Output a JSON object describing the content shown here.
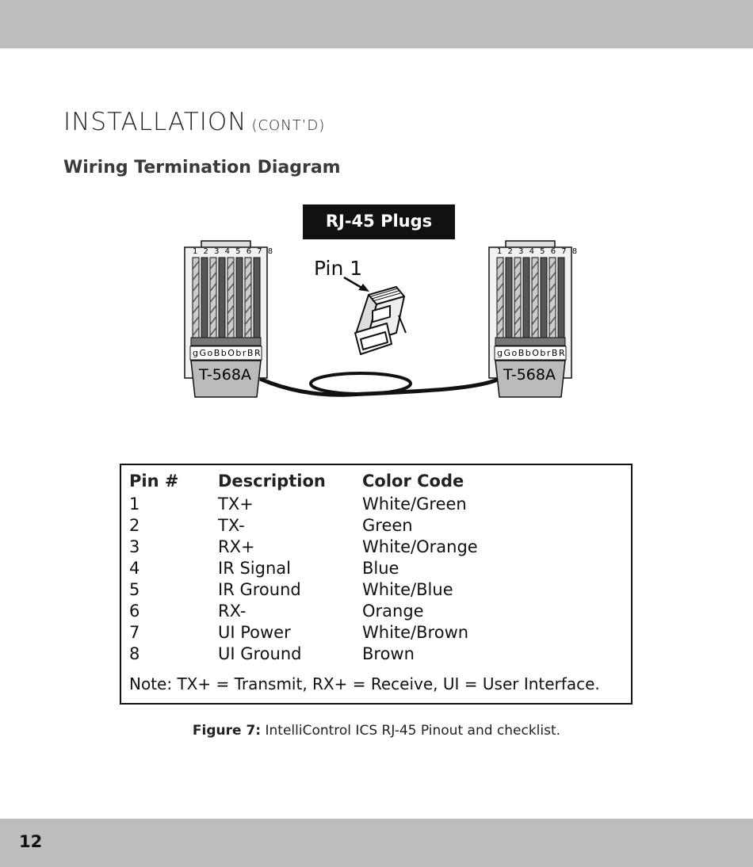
{
  "page": {
    "number": "12"
  },
  "section": {
    "title": "INSTALLATION",
    "title_suffix": "(CONT’D)"
  },
  "subsection": {
    "title": "Wiring Termination Diagram"
  },
  "diagram": {
    "label": "RJ-45 Plugs",
    "pin1_label": "Pin 1",
    "left_plug": {
      "standard": "T-568A",
      "pins": "1 2 3 4 5 6 7 8",
      "colors": "gGoBbObrBR"
    },
    "right_plug": {
      "standard": "T-568A",
      "pins": "1 2 3 4 5 6 7 8",
      "colors": "gGoBbObrBR"
    }
  },
  "table": {
    "headers": {
      "pin": "Pin #",
      "description": "Description",
      "color": "Color Code"
    },
    "rows": [
      {
        "pin": "1",
        "description": "TX+",
        "color": "White/Green"
      },
      {
        "pin": "2",
        "description": "TX-",
        "color": "Green"
      },
      {
        "pin": "3",
        "description": "RX+",
        "color": "White/Orange"
      },
      {
        "pin": "4",
        "description": "IR Signal",
        "color": "Blue"
      },
      {
        "pin": "5",
        "description": "IR Ground",
        "color": "White/Blue"
      },
      {
        "pin": "6",
        "description": "RX-",
        "color": "Orange"
      },
      {
        "pin": "7",
        "description": "UI Power",
        "color": "White/Brown"
      },
      {
        "pin": "8",
        "description": "UI Ground",
        "color": "Brown"
      }
    ],
    "note": "Note:   TX+ = Transmit, RX+ = Receive, UI = User Interface."
  },
  "caption": {
    "label": "Figure 7:",
    "text": " IntelliControl ICS RJ-45 Pinout and checklist."
  },
  "colors": {
    "band": "#bdbdbd",
    "ink": "#111111",
    "wire_dark": "#555555",
    "wire_light": "#cccccc",
    "plug_body": "#bbbbbb"
  }
}
